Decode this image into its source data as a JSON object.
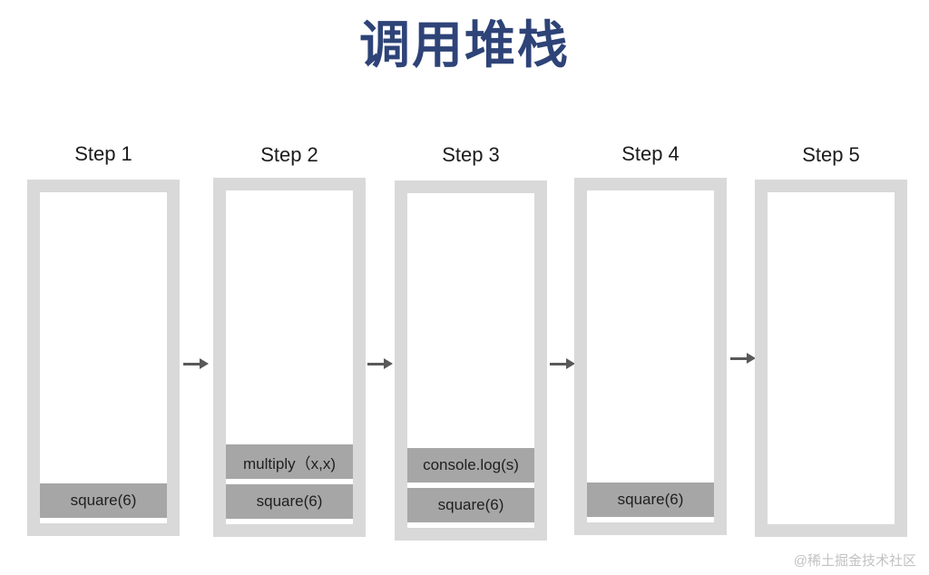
{
  "title": "调用堆栈",
  "title_color": "#2e4377",
  "watermark": "@稀土掘金技术社区",
  "colors": {
    "box_border": "#d9d9d9",
    "box_fill": "#ffffff",
    "frame_fill": "#a6a6a6",
    "arrow": "#595959",
    "label_text": "#1c1c1c"
  },
  "arrow_icon": "arrow-right-icon",
  "steps": [
    {
      "label": "Step 1",
      "frames": [
        "square(6)"
      ]
    },
    {
      "label": "Step 2",
      "frames": [
        "multiply（x,x)",
        "square(6)"
      ]
    },
    {
      "label": "Step 3",
      "frames": [
        "console.log(s)",
        "square(6)"
      ]
    },
    {
      "label": "Step 4",
      "frames": [
        "square(6)"
      ]
    },
    {
      "label": "Step 5",
      "frames": []
    }
  ]
}
